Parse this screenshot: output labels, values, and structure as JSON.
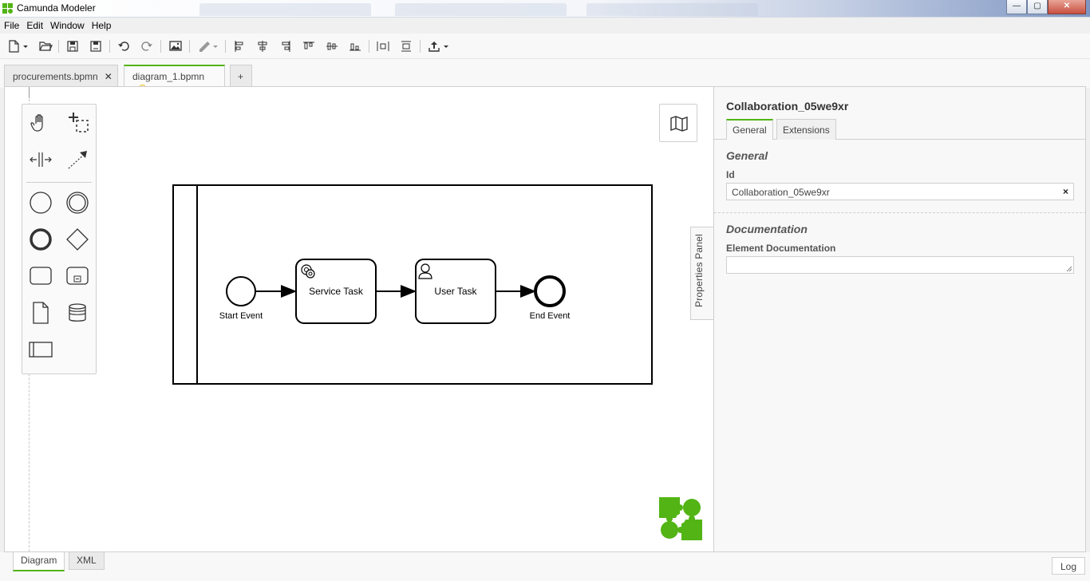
{
  "window": {
    "title": "Camunda Modeler",
    "controls": {
      "minimize": "—",
      "maximize": "▢",
      "close": "✕"
    }
  },
  "menu": [
    "File",
    "Edit",
    "Window",
    "Help"
  ],
  "toolbar": {
    "icons": [
      "new-file-icon",
      "open-file-icon",
      "save-icon",
      "save-as-icon",
      "undo-icon",
      "redo-icon",
      "export-image-icon",
      "color-icon",
      "align-left-icon",
      "align-center-icon",
      "align-right-icon",
      "align-top-icon",
      "align-middle-icon",
      "align-bottom-icon",
      "distribute-horizontal-icon",
      "distribute-vertical-icon",
      "deploy-icon"
    ]
  },
  "tabs": [
    {
      "label": "procurements.bpmn",
      "close": "✕"
    },
    {
      "label": "diagram_1.bpmn",
      "active": true,
      "unsaved": true
    }
  ],
  "new_tab": "+",
  "diagram": {
    "nodes": {
      "start_event": "Start Event",
      "service_task": "Service Task",
      "user_task": "User Task",
      "end_event": "End Event"
    }
  },
  "palette": [
    "hand-tool-icon",
    "lasso-tool-icon",
    "space-tool-icon",
    "global-connect-icon",
    "start-event-icon",
    "intermediate-event-icon",
    "end-event-icon",
    "gateway-icon",
    "task-icon",
    "subprocess-icon",
    "data-object-icon",
    "data-store-icon",
    "participant-icon"
  ],
  "properties_toggle": "Properties Panel",
  "properties": {
    "header": "Collaboration_05we9xr",
    "tabs": [
      "General",
      "Extensions"
    ],
    "general_title": "General",
    "id_label": "Id",
    "id_value": "Collaboration_05we9xr",
    "clear": "×",
    "documentation_title": "Documentation",
    "doc_label": "Element Documentation",
    "doc_value": ""
  },
  "bottom_tabs": [
    "Diagram",
    "XML"
  ],
  "log": "Log",
  "colors": {
    "accent": "#52b415",
    "unsaved": "#e8b80a"
  }
}
